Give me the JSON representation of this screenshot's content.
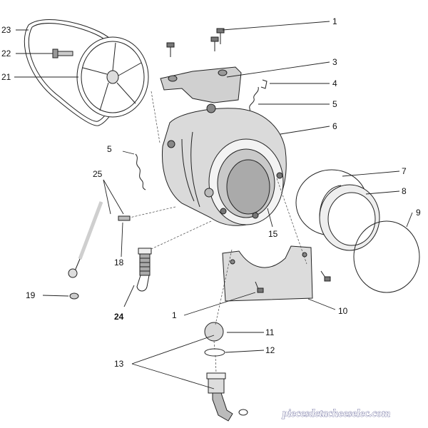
{
  "labels": {
    "l1a": "1",
    "l1b": "1",
    "l3": "3",
    "l4": "4",
    "l5a": "5",
    "l5b": "5",
    "l6": "6",
    "l7": "7",
    "l8": "8",
    "l9": "9",
    "l10": "10",
    "l11": "11",
    "l12": "12",
    "l13": "13",
    "l15": "15",
    "l18": "18",
    "l19": "19",
    "l21": "21",
    "l22": "22",
    "l23": "23",
    "l24": "24",
    "l25": "25"
  },
  "watermark": "piecesdetacheeselec.com",
  "colors": {
    "part_fill": "#dcdcdc",
    "dark": "#222222",
    "bar_fill": "#c8c8c8"
  }
}
